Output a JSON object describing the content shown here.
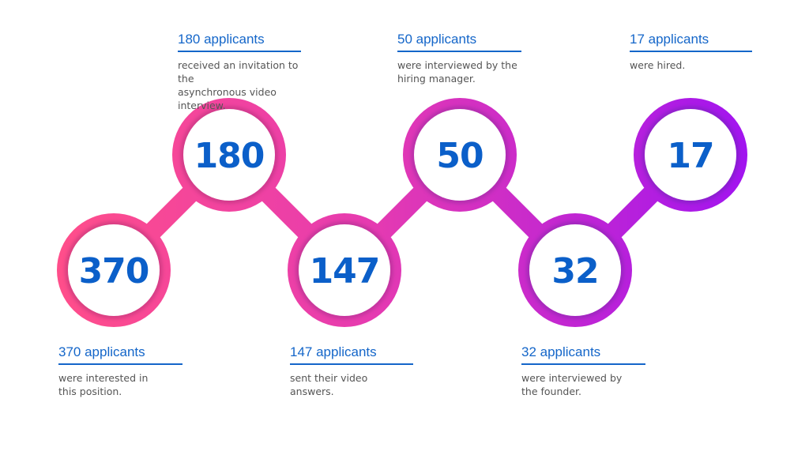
{
  "stages": [
    {
      "number": "370",
      "title": "370 applicants",
      "description": "were interested in\nthis position."
    },
    {
      "number": "180",
      "title": "180 applicants",
      "description": "received an invitation to the\nasynchronous video interview."
    },
    {
      "number": "147",
      "title": "147 applicants",
      "description": "sent their video answers."
    },
    {
      "number": "50",
      "title": "50 applicants",
      "description": "were interviewed by the\nhiring manager."
    },
    {
      "number": "32",
      "title": "32 applicants",
      "description": "were interviewed by\nthe founder."
    },
    {
      "number": "17",
      "title": "17 applicants",
      "description": "were hired."
    }
  ],
  "colors": {
    "gradient_start": "#ff4e8a",
    "gradient_end": "#a114f0",
    "number_text": "#0b5fc9",
    "caption_title": "#1466c9",
    "caption_desc": "#555555"
  }
}
